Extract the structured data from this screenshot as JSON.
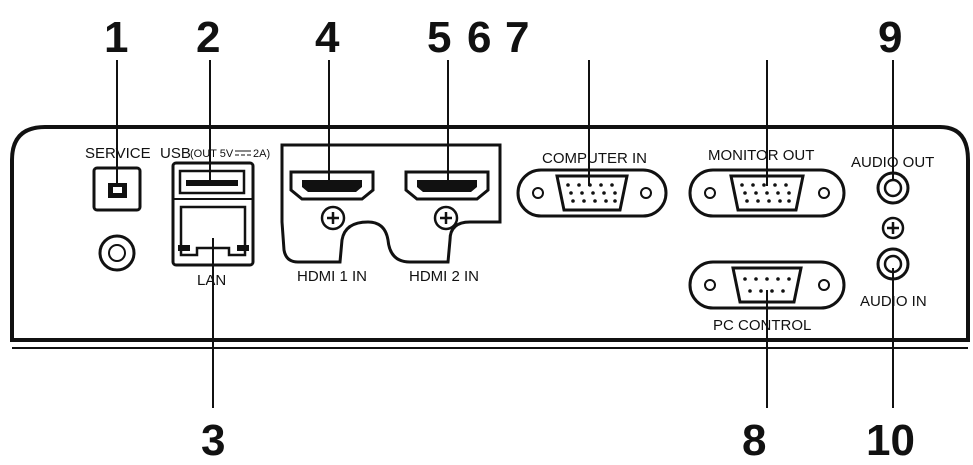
{
  "callouts": {
    "n1": "1",
    "n2": "2",
    "n3": "3",
    "n4": "4",
    "n5": "5",
    "n6": "6",
    "n7": "7",
    "n8": "8",
    "n9": "9",
    "n10": "10"
  },
  "port_labels": {
    "service": "SERVICE",
    "usb_prefix": "USB",
    "usb_spec": "(OUT 5V",
    "usb_amp": "2A)",
    "lan": "LAN",
    "hdmi1": "HDMI 1 IN",
    "hdmi2": "HDMI 2 IN",
    "computer_in": "COMPUTER IN",
    "monitor_out": "MONITOR OUT",
    "pc_control": "PC  CONTROL",
    "audio_out": "AUDIO OUT",
    "audio_in": "AUDIO IN"
  },
  "colors": {
    "line": "#111111",
    "panel_fill": "#ffffff",
    "background": "#ffffff"
  }
}
